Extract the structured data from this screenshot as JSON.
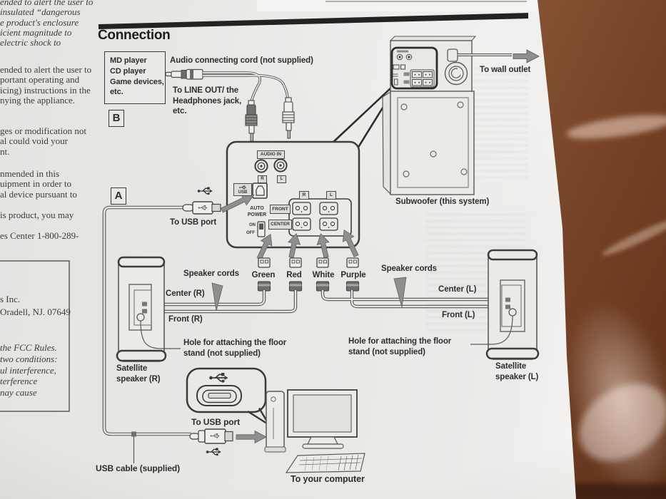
{
  "colors": {
    "page": "#eae9e6",
    "ink": "#2d2d2c",
    "diagram_line_gray": "#5a5a5a",
    "arrow_gray": "#8f8f8f",
    "table_brown": "#8a5636"
  },
  "left_column": {
    "para1": [
      "ended to alert the user to",
      "insulated “dangerous",
      "e product's enclosure",
      "icient magnitude to",
      "electric shock to"
    ],
    "para2": [
      "ended to alert the user to",
      "portant operating and",
      "icing) instructions in the",
      "nying the appliance."
    ],
    "para3": [
      "ges or modification not",
      "al could void your",
      "nt."
    ],
    "para4": [
      "nmended in this",
      "uipment in order to",
      "al device pursuant to"
    ],
    "para5": [
      "is product, you may"
    ],
    "para6": [
      "es Center 1-800-289-"
    ],
    "box_para1": [
      "s Inc.",
      "Oradell, NJ. 07649"
    ],
    "box_para2": [
      "the FCC Rules.",
      "two conditions:",
      "ul interference,",
      "terference",
      "nay cause"
    ]
  },
  "diagram": {
    "heading": "Connection",
    "step_b": "B",
    "step_a": "A",
    "source_devices": [
      "MD player",
      "CD player",
      "Game devices,",
      "etc."
    ],
    "audio_cord_label": "Audio connecting cord (not supplied)",
    "line_out_label": [
      "To LINE OUT/ the",
      "Headphones jack,",
      "etc."
    ],
    "wall_outlet_label": "To wall outlet",
    "subwoofer_label": "Subwoofer (this system)",
    "usb_port_top_label": "To USB port",
    "usb_port_bottom_label": "To USB port",
    "usb_cable_label": "USB cable (supplied)",
    "computer_label": "To your computer",
    "speaker_cords_left_label": "Speaker cords",
    "speaker_cords_right_label": "Speaker cords",
    "cord_labels": [
      "Green",
      "Red",
      "White",
      "Purple"
    ],
    "center_r_label": "Center (R)",
    "front_r_label": "Front (R)",
    "center_l_label": "Center (L)",
    "front_l_label": "Front (L)",
    "hole_left_label": [
      "Hole for attaching the floor",
      "stand (not supplied)"
    ],
    "hole_right_label": [
      "Hole for attaching the floor",
      "stand (not supplied)"
    ],
    "satellite_r_label": [
      "Satellite",
      "speaker (R)"
    ],
    "satellite_l_label": [
      "Satellite",
      "speaker (L)"
    ],
    "panel": {
      "audio_in": "AUDIO IN",
      "jack_r": "R",
      "jack_l": "L",
      "usb": "USB",
      "auto": "AUTO",
      "power": "POWER",
      "on": "ON",
      "off": "OFF",
      "front": "FRONT",
      "center": "CENTER",
      "term_r": "R",
      "term_l": "L"
    }
  }
}
